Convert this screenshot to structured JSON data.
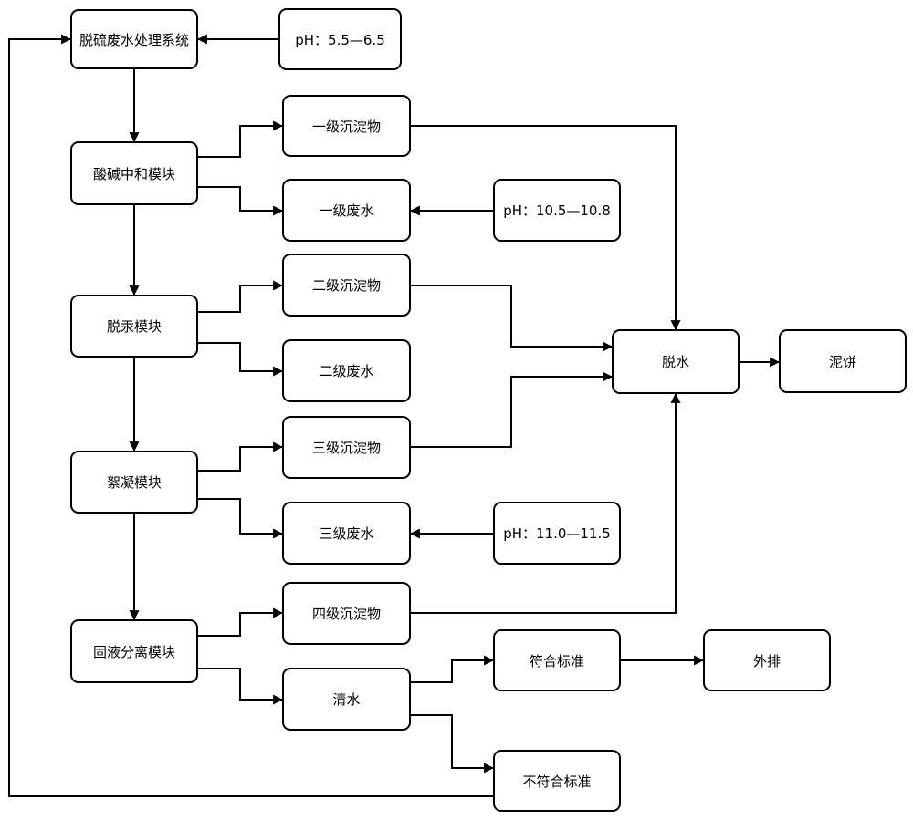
{
  "nodes": {
    "desulfurization_system": "脱硫废水处理系统",
    "ph_input": "pH：5.5—6.5",
    "acid_base_module": "酸碱中和模块",
    "primary_sediment": "一级沉淀物",
    "primary_wastewater": "一级废水",
    "ph_primary": "pH：10.5—10.8",
    "demercury_module": "脱汞模块",
    "secondary_sediment": "二级沉淀物",
    "secondary_wastewater": "二级废水",
    "flocculation_module": "絮凝模块",
    "tertiary_sediment": "三级沉淀物",
    "tertiary_wastewater": "三级废水",
    "ph_tertiary": "pH：11.0—11.5",
    "solid_liquid_module": "固液分离模块",
    "quaternary_sediment": "四级沉淀物",
    "clear_water": "清水",
    "meets_standard": "符合标准",
    "discharge": "外排",
    "not_meets_standard": "不符合标准",
    "dewatering": "脱水",
    "mud_cake": "泥饼"
  },
  "colors": {
    "stroke": "#000000",
    "background": "#ffffff"
  }
}
